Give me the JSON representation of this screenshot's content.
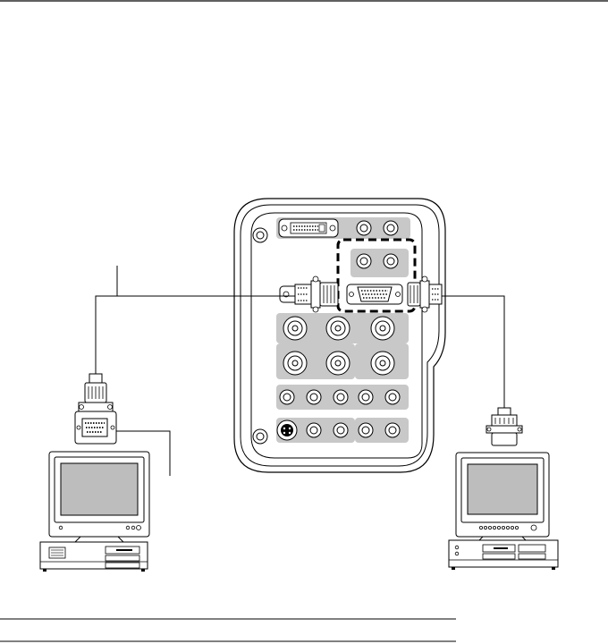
{
  "colors": {
    "line": "#000000",
    "panel_fill": "#ffffff",
    "connector_area": "#c8c8c8",
    "screen": "#bdbdbd",
    "rule": "#000000"
  },
  "icons": {
    "projector_panel": "projector-rear-panel-icon",
    "dvi_port": "dvi-port-icon",
    "vga_port": "vga-port-icon",
    "bnc_port": "bnc-port-icon",
    "rca_port": "rca-port-icon",
    "svideo_port": "svideo-port-icon",
    "monitor": "crt-monitor-icon",
    "computer": "desktop-computer-icon",
    "connector": "db15-connector-icon"
  },
  "figure": {
    "left_device": "computer-with-monitor",
    "right_device": "monitor-with-computer",
    "highlighted_terminal": "rgb-in-2"
  }
}
